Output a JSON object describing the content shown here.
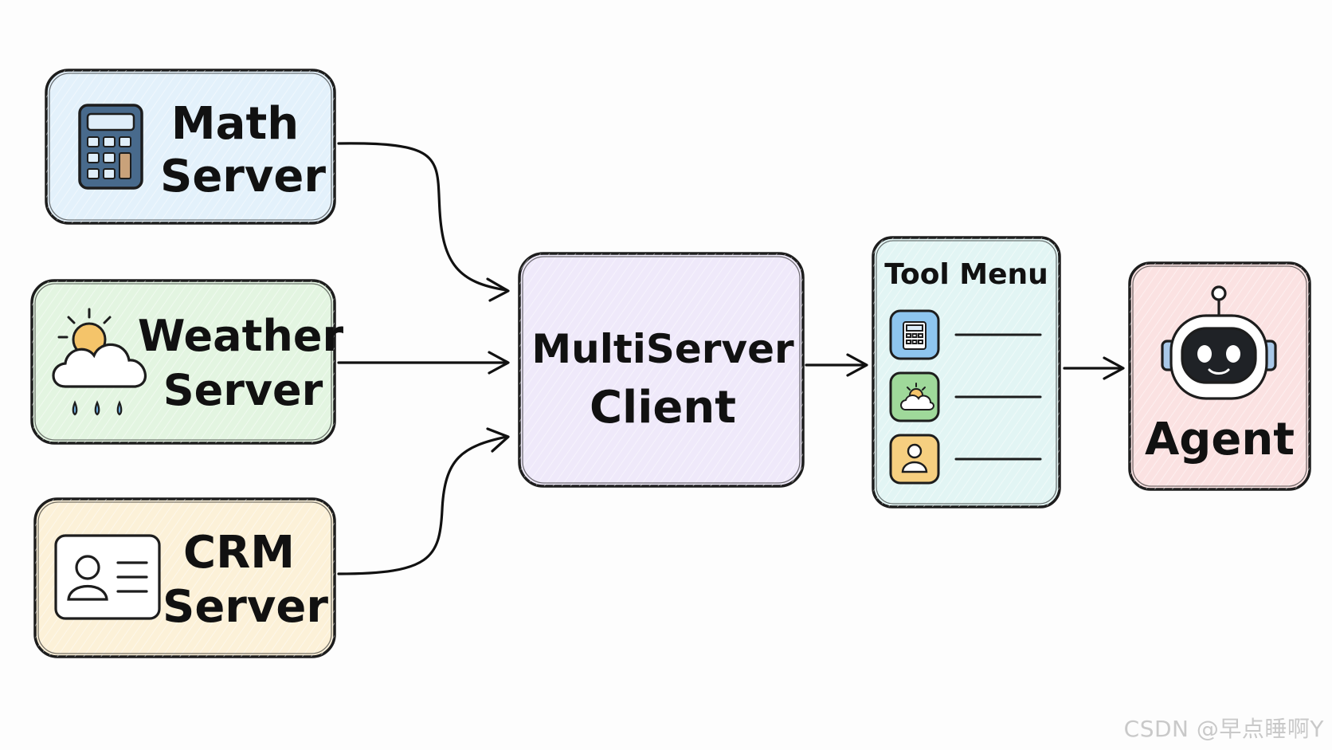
{
  "nodes": {
    "math": {
      "line1": "Math",
      "line2": "Server",
      "icon": "calculator-icon",
      "fill": "#e3f1fb"
    },
    "weather": {
      "line1": "Weather",
      "line2": "Server",
      "icon": "sun-cloud-rain-icon",
      "fill": "#e3f5e1"
    },
    "crm": {
      "line1": "CRM",
      "line2": "Server",
      "icon": "contact-card-icon",
      "fill": "#fcf1d8"
    },
    "client": {
      "line1": "MultiServer",
      "line2": "Client",
      "fill": "#efe9fa"
    },
    "tool_menu": {
      "title": "Tool Menu",
      "fill": "#e2f5f4",
      "items": [
        {
          "icon": "calculator-icon",
          "fill": "#8ec5ee"
        },
        {
          "icon": "sun-cloud-icon",
          "fill": "#9fd99a"
        },
        {
          "icon": "person-icon",
          "fill": "#f6cf80"
        }
      ]
    },
    "agent": {
      "label": "Agent",
      "icon": "robot-icon",
      "fill": "#fbe2e2"
    }
  },
  "watermark": "CSDN @早点睡啊Y",
  "colors": {
    "outline": "#1d1d1d",
    "arrow": "#111111"
  }
}
